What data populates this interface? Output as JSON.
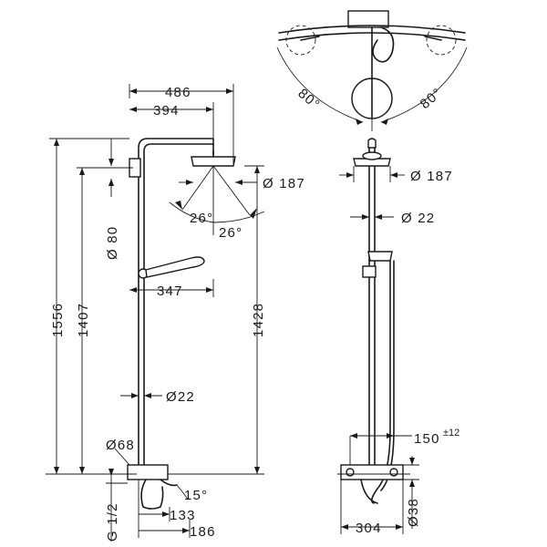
{
  "labels": {
    "d486": "486",
    "d394": "394",
    "d187_left": "Ø 187",
    "d26_a": "26°",
    "d26_b": "26°",
    "d80": "Ø 80",
    "d347": "347",
    "d1556": "1556",
    "d1407": "1407",
    "d1428": "1428",
    "d22_left": "Ø22",
    "d68": "Ø68",
    "d15": "15°",
    "dG12": "G 1/2",
    "d133": "133",
    "d186": "186",
    "d80_left": "80°",
    "d80_right": "80°",
    "d187_right": "Ø 187",
    "d22_right": "Ø 22",
    "d150": "150",
    "d150_tol": "±12",
    "d38": "Ø38",
    "d304": "304"
  }
}
